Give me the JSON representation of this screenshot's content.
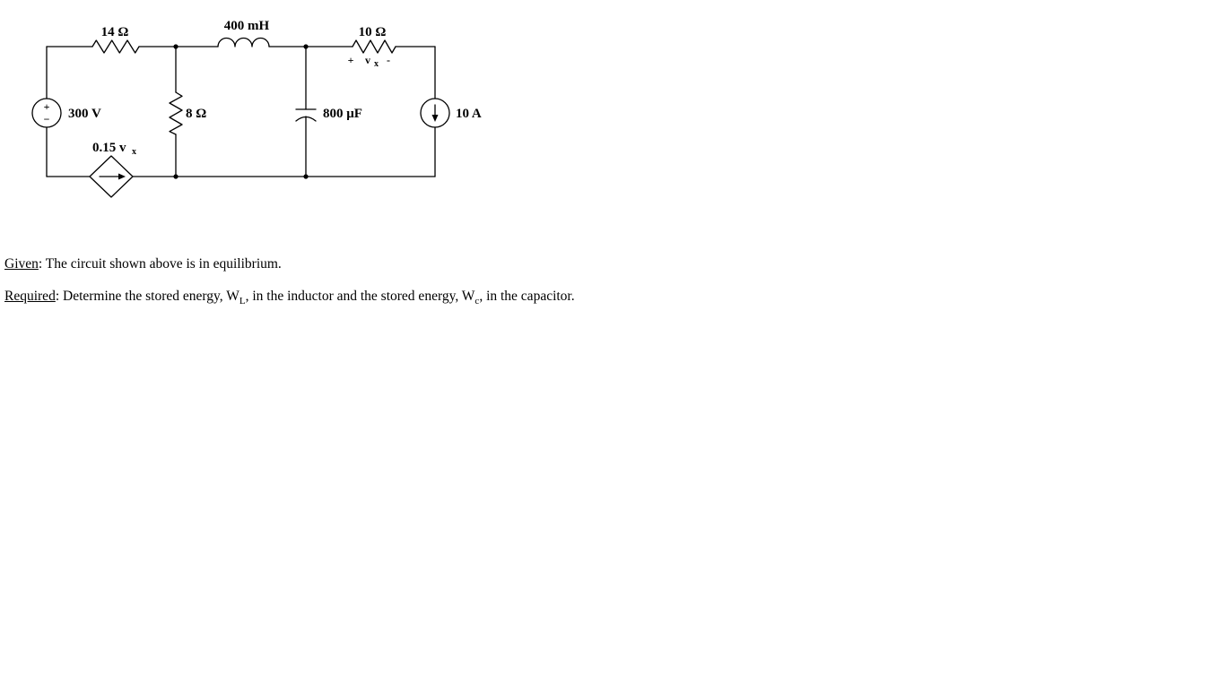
{
  "circuit": {
    "r1": {
      "label": "14 Ω"
    },
    "inductor": {
      "label": "400 mH"
    },
    "r2": {
      "label": "10 Ω"
    },
    "vx_marking": {
      "plus": "+",
      "v": "v",
      "sub": "x",
      "minus": "-"
    },
    "voltage_source": {
      "label": "300 V",
      "plus": "+",
      "minus": "−"
    },
    "r3": {
      "label": "8 Ω"
    },
    "capacitor": {
      "label": "800 μF"
    },
    "current_source": {
      "label": "10 A"
    },
    "dependent_source": {
      "value": "0.15 v",
      "sub": "x"
    }
  },
  "problem": {
    "given_label": "Given",
    "given_text": ": The circuit shown above is in equilibrium.",
    "required_label": "Required",
    "required_part1": ": Determine the stored energy, W",
    "required_sub1": "L",
    "required_part2": ", in the inductor and the stored energy, W",
    "required_sub2": "c",
    "required_part3": ", in the capacitor."
  }
}
